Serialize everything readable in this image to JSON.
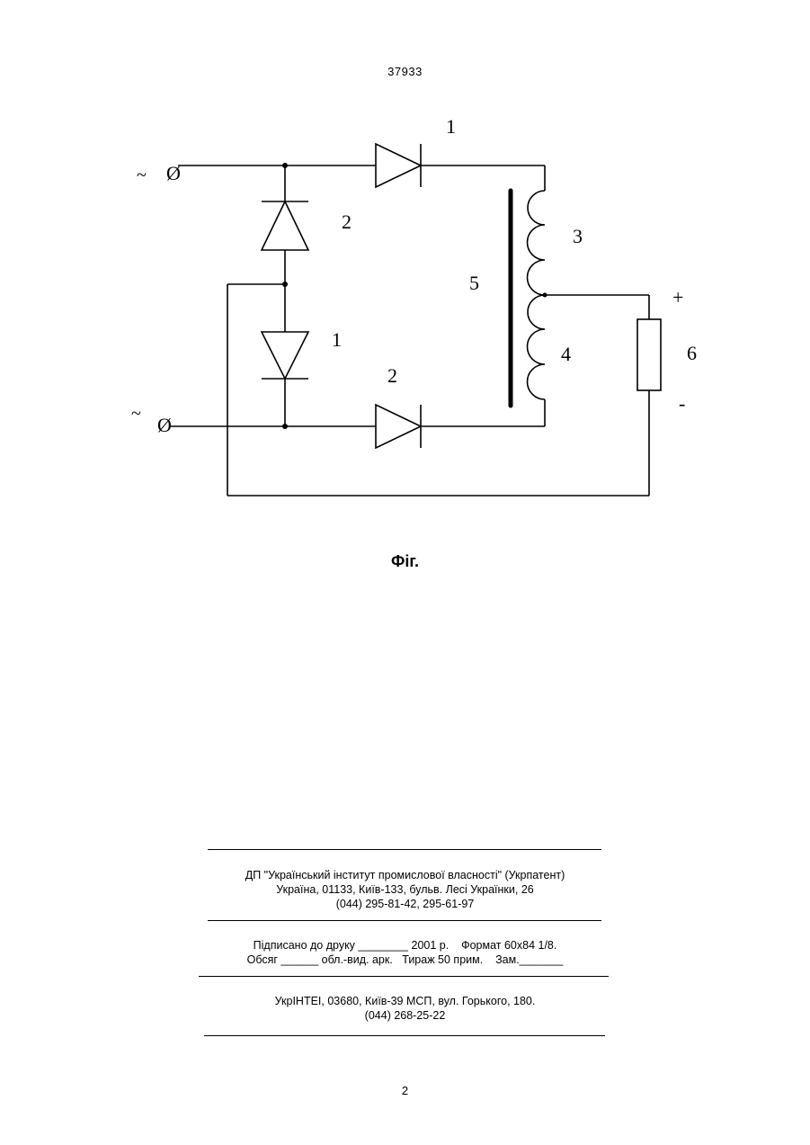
{
  "header": {
    "patent_number": "37933"
  },
  "figure": {
    "labels": {
      "diode_top": "1",
      "diode_left_upper": "2",
      "diode_left_lower": "1",
      "diode_bottom": "2",
      "coil_upper": "3",
      "coil_lower": "4",
      "core": "5",
      "load": "6",
      "plus": "+",
      "minus": "-",
      "ac_top": "~",
      "ac_bottom": "~",
      "terminal_top": "Ø",
      "terminal_bottom": "Ø"
    },
    "caption": "Фіг."
  },
  "imprint": {
    "org_line1": "ДП \"Український інститут промислової власності\" (Укрпатент)",
    "org_line2": "Україна, 01133, Київ-133, бульв. Лесі Українки, 26",
    "org_line3": "(044) 295-81-42, 295-61-97",
    "print_line1": "Підписано до друку ________ 2001 р.    Формат 60х84 1/8.",
    "print_line2": "Обсяг ______ обл.-вид. арк.   Тираж 50 прим.    Зам._______",
    "printer_line1": "УкрІНТЕІ, 03680, Київ-39 МСП, вул. Горького, 180.",
    "printer_line2": "(044) 268-25-22"
  },
  "footer": {
    "page_number": "2"
  }
}
